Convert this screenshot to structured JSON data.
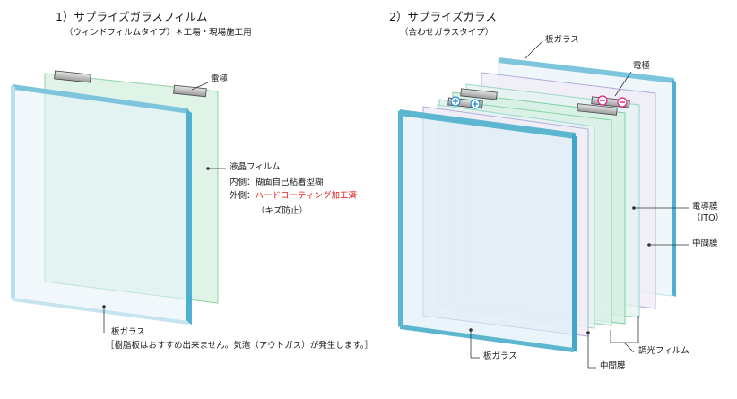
{
  "colors": {
    "film": "#c9ecd7",
    "film_edge": "#7fcf9a",
    "glass_edge": "#5cb6cf",
    "glass_face": "#dff0f7",
    "interlayer": "#ece8f6",
    "interlayer_edge": "#a8a0d2",
    "ito": "#e4f3ef",
    "electrode": "#bfbfbf",
    "plus": "#2b8fd6",
    "minus": "#e0208a",
    "accent_red": "#e0201e"
  },
  "left": {
    "title": "1）サプライズガラスフィルム",
    "subtitle": "（ウィンドフィルムタイプ）＊工場・現場施工用",
    "electrode": "電極",
    "film_label": "液晶フィルム",
    "inner_prefix": "内側：",
    "inner_value": "糊面自己粘着型糊",
    "outer_prefix": "外側：",
    "outer_value": "ハードコーティング加工済",
    "scratch_note": "（キズ防止）",
    "glass_label": "板ガラス",
    "glass_note": "［樹脂板はおすすめ出来ません。気泡（アウトガス）が発生します。］"
  },
  "right": {
    "title": "2）サプライズガラス",
    "subtitle": "（合わせガラスタイプ）",
    "glass_top": "板ガラス",
    "electrode": "電極",
    "conductive_film": "電導膜",
    "ito": "（ITO）",
    "interlayer_right": "中間膜",
    "dimming_film": "調光フィルム",
    "interlayer_bottom": "中間膜",
    "glass_bottom": "板ガラス"
  }
}
